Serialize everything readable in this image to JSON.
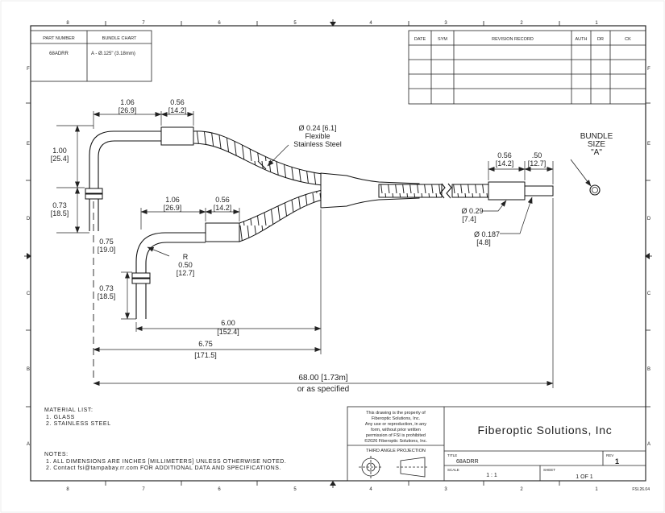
{
  "border": {
    "columns": [
      "8",
      "7",
      "6",
      "5",
      "4",
      "3",
      "2",
      "1"
    ],
    "rows": [
      "F",
      "E",
      "D",
      "C",
      "B",
      "A"
    ],
    "sheet_code": "FSI.26.04"
  },
  "part_table": {
    "col1_header": "PART NUMBER",
    "col2_header": "BUNDLE CHART",
    "part_number": "68ADRR",
    "bundle_value": "A - Ø.125\" (3.18mm)"
  },
  "revision_table": {
    "headers": [
      "DATE",
      "SYM",
      "REVISION RECORD",
      "AUTH",
      "DR",
      "CK"
    ]
  },
  "dimensions": {
    "top_len_in": "1.06",
    "top_len_mm": "[26.9]",
    "top_ferrule_in": "0.56",
    "top_ferrule_mm": "[14.2]",
    "top_height_in": "1.00",
    "top_height_mm": "[25.4]",
    "top_tip_in": "0.73",
    "top_tip_mm": "[18.5]",
    "bot_len_in": "1.06",
    "bot_len_mm": "[26.9]",
    "bot_ferrule_in": "0.56",
    "bot_ferrule_mm": "[14.2]",
    "offset_in": "0.75",
    "offset_mm": "[19.0]",
    "radius_label": "R",
    "radius_in": "0.50",
    "radius_mm": "[12.7]",
    "bot_tip_in": "0.73",
    "bot_tip_mm": "[18.5]",
    "leg_in": "6.00",
    "leg_mm": "[152.4]",
    "break_in": "6.75",
    "break_mm": "[171.5]",
    "overall": "68.00 [1.73m]",
    "overall_note": "or as specified",
    "cable_dia": "Ø 0.24 [6.1]",
    "cable_line2": "Flexible",
    "cable_line3": "Stainless Steel",
    "end_ferrule_in": "0.56",
    "end_ferrule_mm": "[14.2]",
    "end_tip_in": ".50",
    "end_tip_mm": "[12.7]",
    "end_dia_in": "Ø 0.29",
    "end_dia_mm": "[7.4]",
    "tip_dia_in": "Ø 0.187",
    "tip_dia_mm": "[4.8]",
    "bundle_line1": "BUNDLE",
    "bundle_line2": "SIZE",
    "bundle_line3": "\"A\""
  },
  "material_list": {
    "title": "MATERIAL LIST:",
    "items": [
      "1.   GLASS",
      "2.   STAINLESS STEEL"
    ]
  },
  "notes": {
    "title": "NOTES:",
    "items": [
      "1.   ALL DIMENSIONS ARE INCHES [MILLIMETERS] UNLESS OTHERWISE NOTED.",
      "2.   Contact fsi@tampabay.rr.com FOR ADDITIONAL DATA AND SPECIFICATIONS."
    ]
  },
  "title_block": {
    "property_lines": [
      "This drawing is the property of",
      "Fiberoptic Solutions, Inc.",
      "Any use or reproduction, in any",
      "form, without prior written",
      "permission of FSI is prohibited",
      "©2026 Fiberoptic Solutions, Inc."
    ],
    "projection_label": "THIRD ANGLE PROJECTION",
    "company": "Fiberoptic Solutions, Inc",
    "title_label": "TITLE",
    "title_value": "68ADRR",
    "rev_label": "REV",
    "rev_value": "1",
    "scale_label": "SCALE",
    "scale_value": "1 : 1",
    "sheet_label": "SHEET",
    "sheet_value": "1  OF 1"
  }
}
